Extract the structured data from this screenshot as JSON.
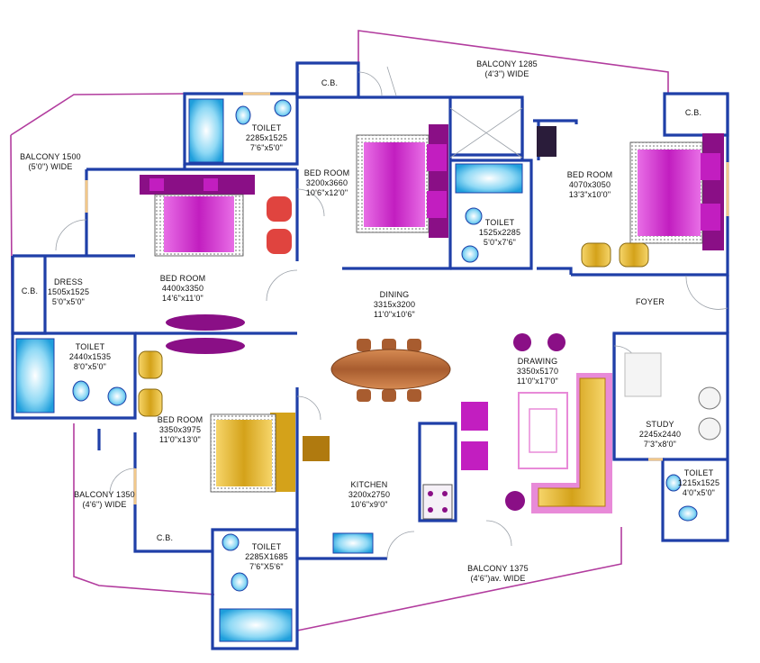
{
  "colors": {
    "wall": "#1f3fa8",
    "balcony_rail": "#b23c9e",
    "bed": "#c21ec0",
    "bed_dark": "#8a0f86",
    "wood": "#b5683a",
    "gold": "#d4a21a",
    "water": "#3fb8ea",
    "sofa": "#f3b25a"
  },
  "icons": [
    "double-bed-icon",
    "toilet-icon",
    "wash-basin-icon",
    "bathtub-icon",
    "shower-tray-icon",
    "armchair-icon",
    "dining-table-icon",
    "sofa-set-icon",
    "kitchen-sink-icon",
    "cooktop-icon",
    "table-lamp-icon",
    "tv-icon"
  ],
  "rooms": [
    {
      "id": "balcony-top",
      "lines": [
        "BALCONY 1285",
        "(4'3\") WIDE"
      ]
    },
    {
      "id": "cb-top",
      "lines": [
        "C.B."
      ]
    },
    {
      "id": "toilet-top",
      "lines": [
        "TOILET",
        "2285x1525",
        "7'6\"x5'0\""
      ]
    },
    {
      "id": "bedroom-center",
      "lines": [
        "BED ROOM",
        "3200x3660",
        "10'6\"x12'0\""
      ]
    },
    {
      "id": "toilet-center",
      "lines": [
        "TOILET",
        "1525x2285",
        "5'0\"x7'6\""
      ]
    },
    {
      "id": "cb-right",
      "lines": [
        "C.B."
      ]
    },
    {
      "id": "bedroom-right",
      "lines": [
        "BED ROOM",
        "4070x3050",
        "13'3\"x10'0\""
      ]
    },
    {
      "id": "balcony-left",
      "lines": [
        "BALCONY 1500",
        "(5'0\") WIDE"
      ]
    },
    {
      "id": "dress",
      "lines": [
        "DRESS",
        "1505x1525",
        "5'0\"x5'0\""
      ]
    },
    {
      "id": "cb-left",
      "lines": [
        "C.B."
      ]
    },
    {
      "id": "bedroom-left",
      "lines": [
        "BED ROOM",
        "4400x3350",
        "14'6\"x11'0\""
      ]
    },
    {
      "id": "dining",
      "lines": [
        "DINING",
        "3315x3200",
        "11'0\"x10'6\""
      ]
    },
    {
      "id": "foyer",
      "lines": [
        "FOYER"
      ]
    },
    {
      "id": "toilet-left",
      "lines": [
        "TOILET",
        "2440x1535",
        "8'0\"x5'0\""
      ]
    },
    {
      "id": "drawing",
      "lines": [
        "DRAWING",
        "3350x5170",
        "11'0\"x17'0\""
      ]
    },
    {
      "id": "bedroom-bottom",
      "lines": [
        "BED ROOM",
        "3350x3975",
        "11'0\"x13'0\""
      ]
    },
    {
      "id": "study",
      "lines": [
        "STUDY",
        "2245x2440",
        "7'3\"x8'0\""
      ]
    },
    {
      "id": "toilet-right",
      "lines": [
        "TOILET",
        "1215x1525",
        "4'0\"x5'0\""
      ]
    },
    {
      "id": "balcony-bottom-left",
      "lines": [
        "BALCONY 1350",
        "(4'6\") WIDE"
      ]
    },
    {
      "id": "kitchen",
      "lines": [
        "KITCHEN",
        "3200x2750",
        "10'6\"x9'0\""
      ]
    },
    {
      "id": "cb-bottom",
      "lines": [
        "C.B."
      ]
    },
    {
      "id": "toilet-bottom",
      "lines": [
        "TOILET",
        "2285X1685",
        "7'6\"X5'6\""
      ]
    },
    {
      "id": "balcony-bottom",
      "lines": [
        "BALCONY 1375",
        "(4'6\")av. WIDE"
      ]
    }
  ]
}
